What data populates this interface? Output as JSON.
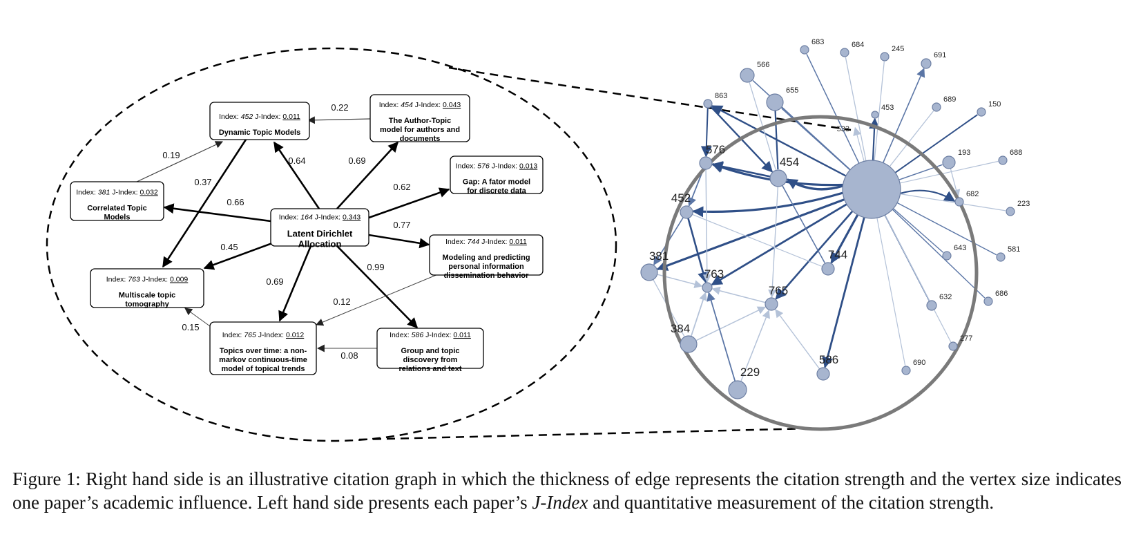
{
  "figure": {
    "caption": {
      "prefix": "Figure 1: Right hand side is an illustrative citation graph in which the thickness of edge represents the citation strength and the vertex size indicates one paper’s academic influence. Left hand side presents each paper’s ",
      "italic": "J-Index",
      "suffix": " and quantitative measurement of the citation strength."
    },
    "left_panel": {
      "index_label": "Index:",
      "jindex_label": "J-Index:",
      "boxes": [
        {
          "id": "b164",
          "index": "164",
          "jindex": "0.343",
          "title": [
            "Latent Dirichlet",
            "Allocation"
          ]
        },
        {
          "id": "b452",
          "index": "452",
          "jindex": "0.011",
          "title": [
            "Dynamic Topic Models"
          ]
        },
        {
          "id": "b454",
          "index": "454",
          "jindex": "0.043",
          "title": [
            "The Author-Topic",
            "model for authors and",
            "documents"
          ]
        },
        {
          "id": "b576",
          "index": "576",
          "jindex": "0.013",
          "title": [
            "Gap: A fator model",
            "for discrete data"
          ]
        },
        {
          "id": "b381",
          "index": "381",
          "jindex": "0.032",
          "title": [
            "Correlated Topic",
            "Models"
          ]
        },
        {
          "id": "b744",
          "index": "744",
          "jindex": "0.011",
          "title": [
            "Modeling and predicting",
            "personal information",
            "dissemination behavior"
          ]
        },
        {
          "id": "b763",
          "index": "763",
          "jindex": "0.009",
          "title": [
            "Multiscale topic",
            "tomography"
          ]
        },
        {
          "id": "b765",
          "index": "765",
          "jindex": "0.012",
          "title": [
            "Topics over time: a non-",
            "markov continuous-time",
            "model of topical trends"
          ]
        },
        {
          "id": "b586",
          "index": "586",
          "jindex": "0.011",
          "title": [
            "Group and topic",
            "discovery from",
            "relations and text"
          ]
        }
      ],
      "edges": [
        {
          "from": "b454",
          "to": "b452",
          "weight": "0.22"
        },
        {
          "from": "b381",
          "to": "b452",
          "weight": "0.19"
        },
        {
          "from": "b164",
          "to": "b452",
          "weight": "0.64"
        },
        {
          "from": "b164",
          "to": "b454",
          "weight": "0.69"
        },
        {
          "from": "b164",
          "to": "b576",
          "weight": "0.62"
        },
        {
          "from": "b164",
          "to": "b381",
          "weight": "0.66"
        },
        {
          "from": "b452",
          "to": "b763",
          "weight": "0.37"
        },
        {
          "from": "b164",
          "to": "b744",
          "weight": "0.77"
        },
        {
          "from": "b164",
          "to": "b763",
          "weight": "0.45"
        },
        {
          "from": "b164",
          "to": "b765",
          "weight": "0.69"
        },
        {
          "from": "b164",
          "to": "b586",
          "weight": "0.99"
        },
        {
          "from": "b744",
          "to": "b765",
          "weight": "0.12"
        },
        {
          "from": "b765",
          "to": "b763",
          "weight": "0.15"
        },
        {
          "from": "b586",
          "to": "b765",
          "weight": "0.08"
        }
      ]
    },
    "right_panel": {
      "colors": {
        "node_fill": "#a7b5cf",
        "node_stroke": "#6d7fa3",
        "edge_dark": "#2f4f87",
        "edge_light": "#b4c2d8",
        "circle": "#7a7a7a"
      },
      "nodes": [
        {
          "id": "164",
          "label": ""
        },
        {
          "id": "576",
          "label": "576"
        },
        {
          "id": "454",
          "label": "454"
        },
        {
          "id": "452",
          "label": "452"
        },
        {
          "id": "381",
          "label": "381"
        },
        {
          "id": "763",
          "label": "763"
        },
        {
          "id": "744",
          "label": "744"
        },
        {
          "id": "765",
          "label": "765"
        },
        {
          "id": "384",
          "label": "384"
        },
        {
          "id": "229",
          "label": "229"
        },
        {
          "id": "586",
          "label": "586"
        },
        {
          "id": "683",
          "label": "683"
        },
        {
          "id": "684",
          "label": "684"
        },
        {
          "id": "245",
          "label": "245"
        },
        {
          "id": "691",
          "label": "691"
        },
        {
          "id": "566",
          "label": "566"
        },
        {
          "id": "655",
          "label": "655"
        },
        {
          "id": "863",
          "label": "863"
        },
        {
          "id": "533",
          "label": "533"
        },
        {
          "id": "453",
          "label": "453"
        },
        {
          "id": "689",
          "label": "689"
        },
        {
          "id": "150",
          "label": "150"
        },
        {
          "id": "193",
          "label": "193"
        },
        {
          "id": "688",
          "label": "688"
        },
        {
          "id": "682",
          "label": "682"
        },
        {
          "id": "223",
          "label": "223"
        },
        {
          "id": "643",
          "label": "643"
        },
        {
          "id": "581",
          "label": "581"
        },
        {
          "id": "686",
          "label": "686"
        },
        {
          "id": "632",
          "label": "632"
        },
        {
          "id": "277",
          "label": "277"
        },
        {
          "id": "690",
          "label": "690"
        }
      ]
    }
  }
}
